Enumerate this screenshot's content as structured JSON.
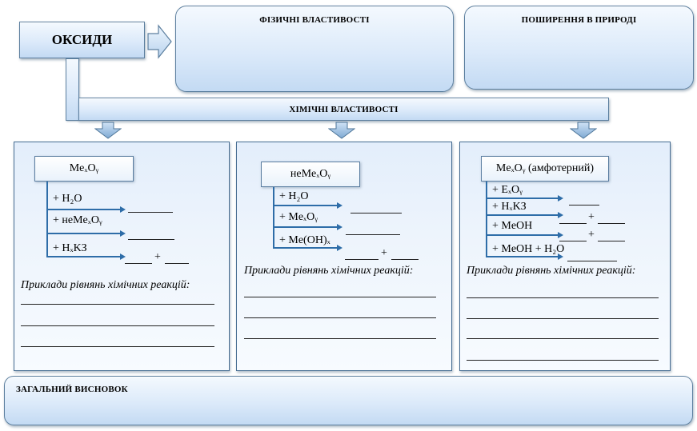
{
  "oxides_label": "ОКСИДИ",
  "physical_label": "ФІЗИЧНІ ВЛАСТИВОСТІ",
  "nature_label": "ПОШИРЕННЯ В ПРИРОДІ",
  "chemical_label": "ХІМІЧНІ ВЛАСТИВОСТІ",
  "conclusion_label": "ЗАГАЛЬНИЙ ВИСНОВОК",
  "examples_label": "Приклади рівнянь хімічних реакцій:",
  "plus": "+",
  "col1": {
    "formula": "MeₓOᵧ",
    "reagents": [
      "+ H₂O",
      "+ неMeₓOᵧ",
      "+ HₓKЗ"
    ]
  },
  "col2": {
    "formula": "неMeₓOᵧ",
    "reagents": [
      "+ H₂O",
      "+ MeₓOᵧ",
      "+ Me(OH)ₓ"
    ]
  },
  "col3": {
    "formula": "MeₓOᵧ (амфотерний)",
    "reagents": [
      "+ EₓOᵧ",
      "+ HₓKЗ",
      "+ MeOH",
      "+ MeOH + H₂O"
    ]
  }
}
